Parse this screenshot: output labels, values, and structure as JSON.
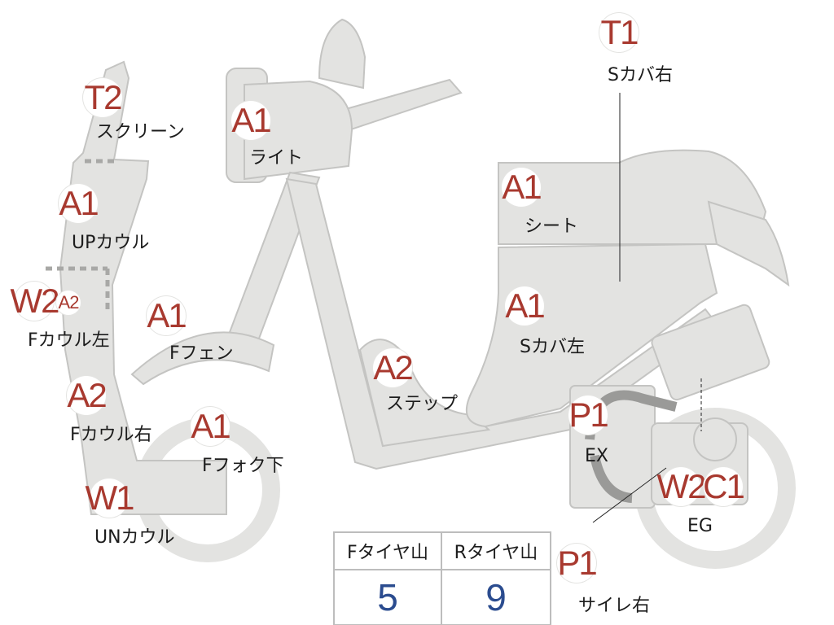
{
  "parts": {
    "screen": {
      "code": "T2",
      "label": "スクリーン"
    },
    "up_cowl": {
      "code": "A1",
      "label": "UPカウル"
    },
    "f_cowl_l": {
      "code": "W2",
      "code2": "A2",
      "label": "Fカウル左"
    },
    "f_cowl_r": {
      "code": "A2",
      "label": "Fカウル右"
    },
    "un_cowl": {
      "code": "W1",
      "label": "UNカウル"
    },
    "light": {
      "code": "A1",
      "label": "ライト"
    },
    "f_fender": {
      "code": "A1",
      "label": "Fフェン"
    },
    "f_fork": {
      "code": "A1",
      "label": "Fフォク下"
    },
    "step": {
      "code": "A2",
      "label": "ステップ"
    },
    "seat": {
      "code": "A1",
      "label": "シート"
    },
    "s_cover_l": {
      "code": "A1",
      "label": "Sカバ左"
    },
    "s_cover_r": {
      "code": "T1",
      "label": "Sカバ右"
    },
    "ex": {
      "code": "P1",
      "label": "EX"
    },
    "eg": {
      "code": "W2",
      "code2": "C1",
      "label": "EG"
    },
    "muffler_r": {
      "code": "P1",
      "label": "サイレ右"
    }
  },
  "tires": {
    "front_label": "Fタイヤ山",
    "front_value": "5",
    "rear_label": "Rタイヤ山",
    "rear_value": "9"
  }
}
